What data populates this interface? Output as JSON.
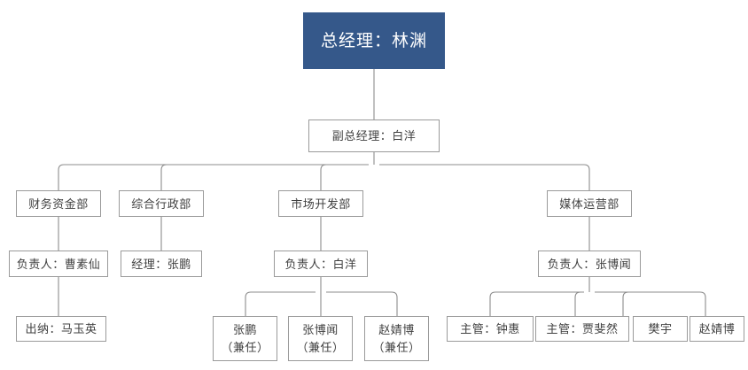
{
  "chart_title": "",
  "colors": {
    "root_fill": "#35588a",
    "root_text": "#ffffff",
    "node_fill": "#ffffff",
    "node_border": "#9a9a9a",
    "node_text": "#404040",
    "connector": "#8c8c8c"
  },
  "nodes": {
    "root": {
      "label": "总经理：林渊"
    },
    "deputy": {
      "label": "副总经理：白洋"
    },
    "dept_finance": {
      "label": "财务资金部"
    },
    "dept_admin": {
      "label": "综合行政部"
    },
    "dept_market": {
      "label": "市场开发部"
    },
    "dept_media": {
      "label": "媒体运营部"
    },
    "finance_head": {
      "label": "负责人：曹素仙"
    },
    "admin_manager": {
      "label": "经理：张鹏"
    },
    "market_head": {
      "label": "负责人：白洋"
    },
    "media_head": {
      "label": "负责人：张博闻"
    },
    "finance_cashier": {
      "label": "出纳：马玉英"
    },
    "market_m1": {
      "label": "张鹏\n（兼任）"
    },
    "market_m2": {
      "label": "张博闻\n（兼任）"
    },
    "market_m3": {
      "label": "赵婧博\n（兼任）"
    },
    "media_m1": {
      "label": "主管：钟惠"
    },
    "media_m2": {
      "label": "主管：贾斐然"
    },
    "media_m3": {
      "label": "樊宇"
    },
    "media_m4": {
      "label": "赵婧博"
    }
  }
}
